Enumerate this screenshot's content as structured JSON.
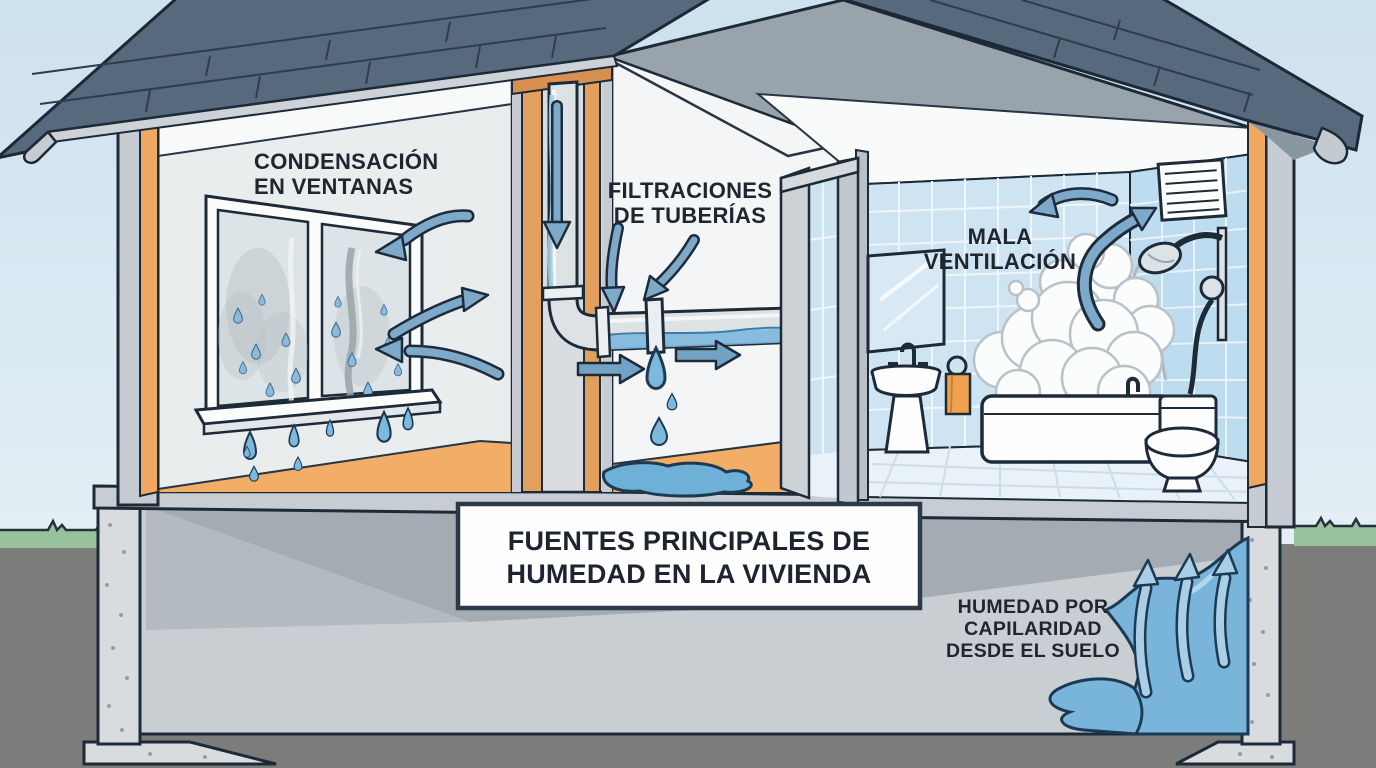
{
  "diagram": {
    "title": "FUENTES PRINCIPALES DE\nHUMEDAD EN LA VIVIENDA",
    "labels": {
      "condensation": "CONDENSACIÓN\nEN VENTANAS",
      "pipe_leaks": "FILTRACIONES\nDE TUBERÍAS",
      "poor_ventilation": "MALA\nVENTILACIÓN",
      "capillarity": "HUMEDAD POR\nCAPILARIDAD\nDESDE EL SUELO"
    },
    "colors": {
      "sky": "#cfe2ee",
      "roof": "#57697c",
      "roof_underside": "#98a3ac",
      "wall_light": "#e9edee",
      "wall_orange": "#f0a860",
      "floor_orange": "#f2ae66",
      "tile_blue": "#cfe4f2",
      "arrow_steel_blue": "#7fa9c8",
      "water_blue": "#79b5da",
      "concrete": "#d8dcde",
      "soil": "#7c7c7a",
      "grass": "#97c29b",
      "text": "#20262f",
      "title_box_bg": "#fefefe"
    }
  }
}
